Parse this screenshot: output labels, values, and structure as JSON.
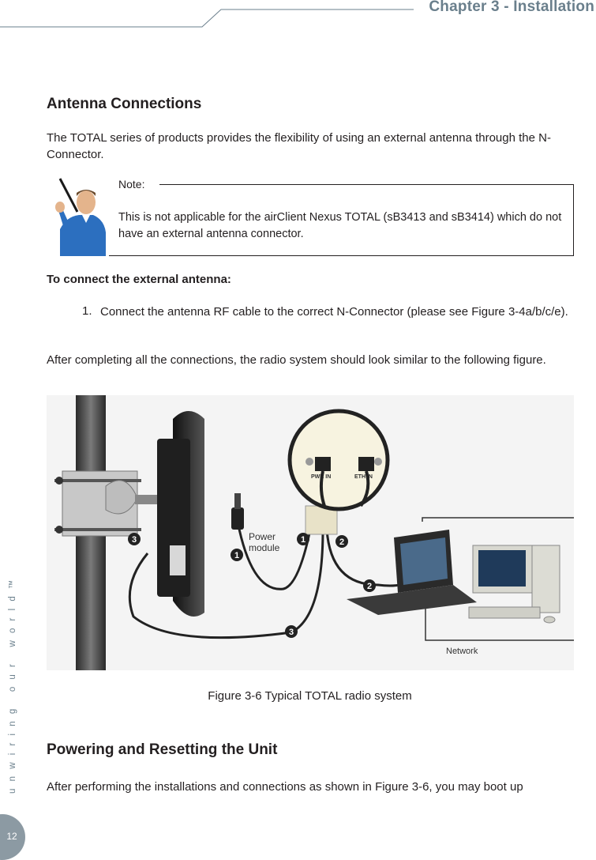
{
  "header": {
    "chapter_title": "Chapter 3 - Installation"
  },
  "sidebar": {
    "tagline": "unwiring our world™",
    "page_number": "12"
  },
  "section1": {
    "title": "Antenna Connections",
    "intro": "The TOTAL series of products provides the flexibility of using an external antenna through the N-Connector."
  },
  "note": {
    "label": "Note:",
    "text": "This is not applicable for the airClient Nexus TOTAL (sB3413 and sB3414) which do not have an external antenna connector."
  },
  "procedure": {
    "title": "To connect the external antenna:",
    "steps": [
      {
        "number": "1.",
        "text": "Connect the antenna RF cable to the correct N-Connector (please see Figure 3-4a/b/c/e)."
      }
    ]
  },
  "after_text": "After completing all the connections, the radio system should look similar to the following figure.",
  "figure": {
    "labels": {
      "power_module": "Power module",
      "pwr_in": "PWR IN",
      "eth_in": "ETH IN",
      "network": "Network"
    },
    "markers": [
      "1",
      "1",
      "2",
      "2",
      "3",
      "3"
    ],
    "caption": "Figure 3-6 Typical TOTAL radio system"
  },
  "section2": {
    "title": "Powering and Resetting the Unit",
    "intro": "After performing the installations and connections as shown in Figure 3-6, you may boot up"
  },
  "colors": {
    "accent": "#6a7f8c",
    "text": "#231f20",
    "shirt": "#2c6fbf"
  }
}
